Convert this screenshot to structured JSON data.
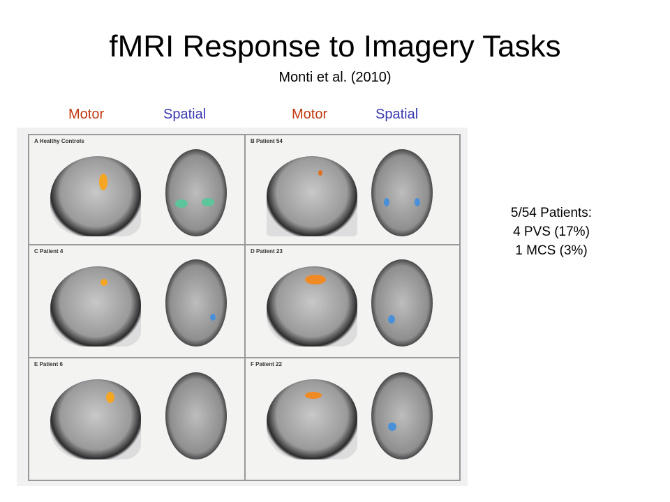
{
  "title": "fMRI Response to Imagery Tasks",
  "subtitle": "Monti et al. (2010)",
  "column_labels": [
    "Motor",
    "Spatial",
    "Motor",
    "Spatial"
  ],
  "panels": [
    {
      "label": "A  Healthy Controls"
    },
    {
      "label": "B  Patient 54"
    },
    {
      "label": "C  Patient 4"
    },
    {
      "label": "D  Patient 23"
    },
    {
      "label": "E  Patient 6"
    },
    {
      "label": "F  Patient 22"
    }
  ],
  "notes": [
    "5/54 Patients:",
    "4 PVS (17%)",
    "1 MCS (3%)"
  ],
  "colors": {
    "motor": "#c0390f",
    "spatial": "#3a3ab0",
    "activation_motor": "#f5a623",
    "activation_spatial": "#4a90d9"
  }
}
